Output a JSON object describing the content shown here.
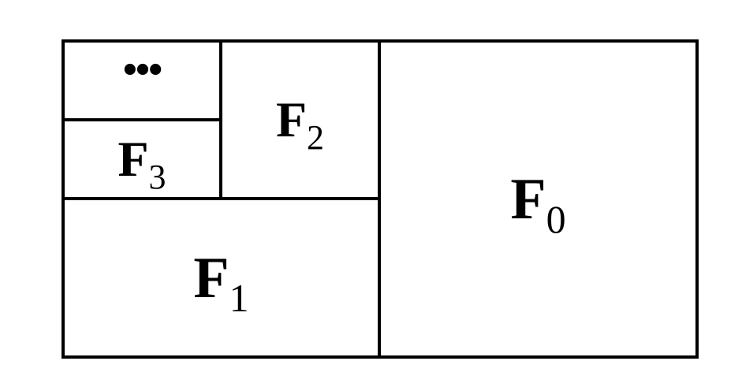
{
  "diagram": {
    "cells": {
      "f0": {
        "base": "F",
        "sub": "0"
      },
      "f1": {
        "base": "F",
        "sub": "1"
      },
      "f2": {
        "base": "F",
        "sub": "2"
      },
      "f3": {
        "base": "F",
        "sub": "3"
      },
      "ellipsis": "•••"
    },
    "stroke_color": "#000000",
    "background_color": "#ffffff"
  }
}
